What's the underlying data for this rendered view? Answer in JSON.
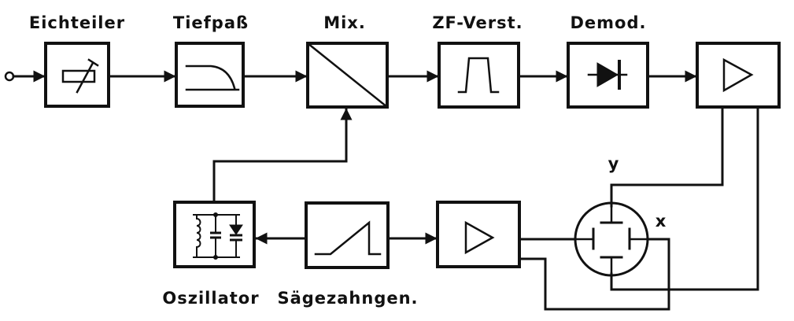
{
  "diagram": {
    "labels": {
      "eichteiler": "Eichteiler",
      "tiefpass": "Tiefpaß",
      "mix": "Mix.",
      "zf_verst": "ZF-Verst.",
      "demod": "Demod.",
      "oszillator": "Oszillator",
      "saegezahngen": "Sägezahngen.",
      "y": "y",
      "x": "x"
    }
  }
}
